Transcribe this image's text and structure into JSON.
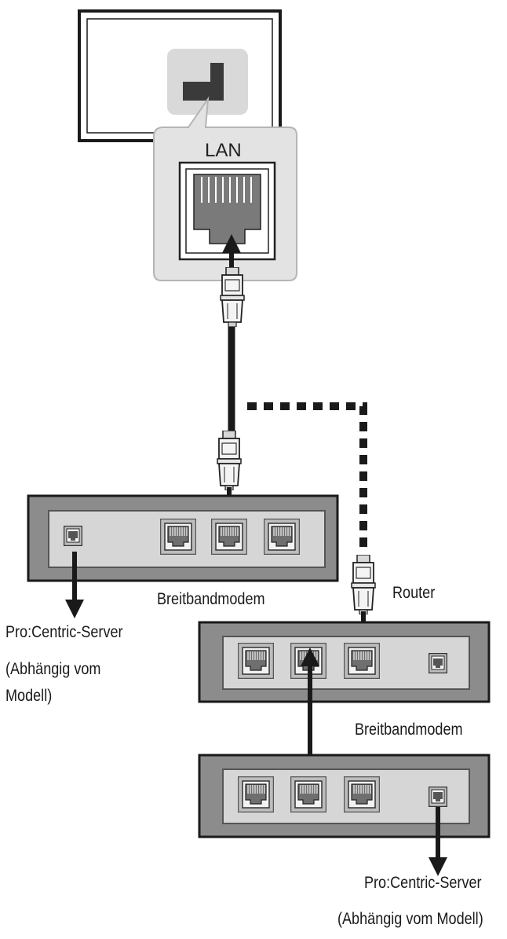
{
  "tv": {
    "port_label": "LAN"
  },
  "devices": {
    "modem_top": {
      "label": "Breitbandmodem"
    },
    "router": {
      "label": "Router"
    },
    "modem_bottom": {
      "label": "Breitbandmodem"
    }
  },
  "server_left": {
    "line1": "Pro:Centric-Server",
    "line2": "(Abhängig vom",
    "line3": "Modell)"
  },
  "server_right": {
    "line1": "Pro:Centric-Server",
    "line2": "(Abhängig vom Modell)"
  },
  "colors": {
    "cable": "#1a1a1a",
    "device_outer": "#8c8c8c",
    "device_inner": "#d6d6d6",
    "callout": "#e3e3e3"
  },
  "icons": [
    "lan-port-icon",
    "rj45-plug-icon",
    "arrow-down-icon"
  ]
}
